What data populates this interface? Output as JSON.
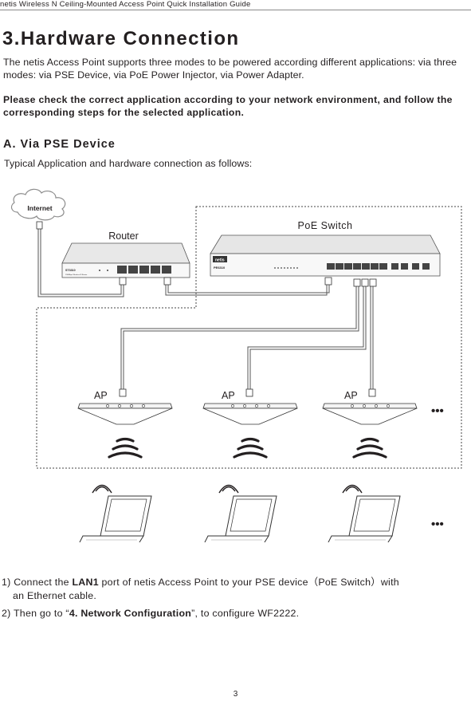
{
  "header": {
    "text": "netis Wireless N Ceiling-Mounted Access Point  Quick Installation Guide"
  },
  "section": {
    "title": "3.Hardware Connection",
    "intro": "The netis Access Point supports three modes to be powered according different applications: via three modes: via PSE Device, via PoE Power Injector, via Power Adapter.",
    "note": "Please check the correct application according to your network environment, and follow the corresponding steps for the selected application."
  },
  "subsection": {
    "title": "A. Via PSE Device",
    "text": "Typical Application and hardware connection as follows:"
  },
  "diagram": {
    "internet_label": "Internet",
    "router_label": "Router",
    "router_model": "ST3310",
    "router_tagline": "150Mbps Wireless N Router",
    "poe_switch_label": "PoE Switch",
    "switch_brand": "netis",
    "switch_model": "PE6310",
    "ap_labels": [
      "AP",
      "AP",
      "AP"
    ],
    "ellipsis": "•••"
  },
  "steps": {
    "step1_pre": "1) Connect the ",
    "step1_bold": "LAN1",
    "step1_post": " port of netis Access Point to your PSE device（PoE Switch）with",
    "step1_cont": "an Ethernet cable.",
    "step2_pre": "2) Then go to “",
    "step2_bold": "4. Network Configuration",
    "step2_post": "”, to configure WF2222."
  },
  "page_number": "3"
}
